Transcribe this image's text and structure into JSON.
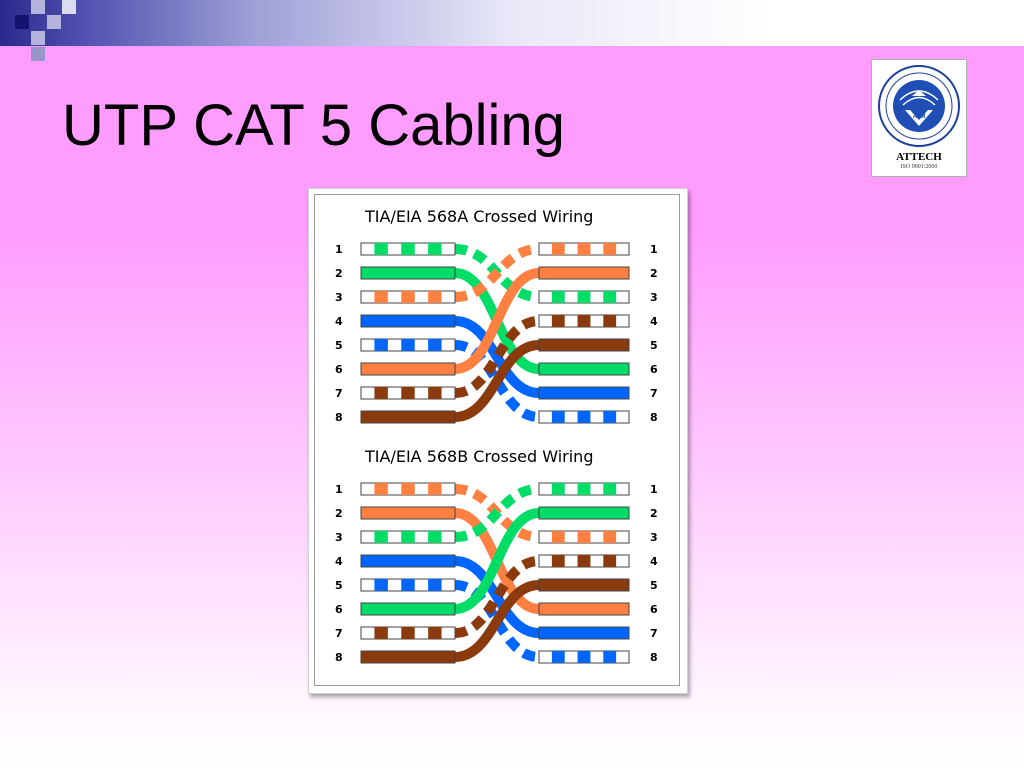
{
  "slide": {
    "title": "UTP CAT 5 Cabling"
  },
  "logo": {
    "name": "ATTECH",
    "iso": "ISO 9001:2000",
    "emblem": "ATM"
  },
  "diagrams": [
    {
      "title": "TIA/EIA 568A Crossed Wiring",
      "left_pins": [
        "1",
        "2",
        "3",
        "4",
        "5",
        "6",
        "7",
        "8"
      ],
      "right_pins": [
        "1",
        "2",
        "3",
        "4",
        "5",
        "6",
        "7",
        "8"
      ],
      "left_wires": [
        {
          "color": "#00dd66",
          "striped": true
        },
        {
          "color": "#00dd66",
          "striped": false
        },
        {
          "color": "#ff8040",
          "striped": true
        },
        {
          "color": "#0066ff",
          "striped": false
        },
        {
          "color": "#0066ff",
          "striped": true
        },
        {
          "color": "#ff8040",
          "striped": false
        },
        {
          "color": "#8b3a0e",
          "striped": true
        },
        {
          "color": "#8b3a0e",
          "striped": false
        }
      ],
      "right_wires": [
        {
          "color": "#ff8040",
          "striped": true
        },
        {
          "color": "#ff8040",
          "striped": false
        },
        {
          "color": "#00dd66",
          "striped": true
        },
        {
          "color": "#8b3a0e",
          "striped": true
        },
        {
          "color": "#8b3a0e",
          "striped": false
        },
        {
          "color": "#00dd66",
          "striped": false
        },
        {
          "color": "#0066ff",
          "striped": false
        },
        {
          "color": "#0066ff",
          "striped": true
        }
      ],
      "connections": [
        [
          1,
          3
        ],
        [
          2,
          6
        ],
        [
          3,
          1
        ],
        [
          4,
          7
        ],
        [
          5,
          8
        ],
        [
          6,
          2
        ],
        [
          7,
          4
        ],
        [
          8,
          5
        ]
      ]
    },
    {
      "title": "TIA/EIA 568B Crossed Wiring",
      "left_pins": [
        "1",
        "2",
        "3",
        "4",
        "5",
        "6",
        "7",
        "8"
      ],
      "right_pins": [
        "1",
        "2",
        "3",
        "4",
        "5",
        "6",
        "7",
        "8"
      ],
      "left_wires": [
        {
          "color": "#ff8040",
          "striped": true
        },
        {
          "color": "#ff8040",
          "striped": false
        },
        {
          "color": "#00dd66",
          "striped": true
        },
        {
          "color": "#0066ff",
          "striped": false
        },
        {
          "color": "#0066ff",
          "striped": true
        },
        {
          "color": "#00dd66",
          "striped": false
        },
        {
          "color": "#8b3a0e",
          "striped": true
        },
        {
          "color": "#8b3a0e",
          "striped": false
        }
      ],
      "right_wires": [
        {
          "color": "#00dd66",
          "striped": true
        },
        {
          "color": "#00dd66",
          "striped": false
        },
        {
          "color": "#ff8040",
          "striped": true
        },
        {
          "color": "#8b3a0e",
          "striped": true
        },
        {
          "color": "#8b3a0e",
          "striped": false
        },
        {
          "color": "#ff8040",
          "striped": false
        },
        {
          "color": "#0066ff",
          "striped": false
        },
        {
          "color": "#0066ff",
          "striped": true
        }
      ],
      "connections": [
        [
          1,
          3
        ],
        [
          2,
          6
        ],
        [
          3,
          1
        ],
        [
          4,
          7
        ],
        [
          5,
          8
        ],
        [
          6,
          2
        ],
        [
          7,
          4
        ],
        [
          8,
          5
        ]
      ]
    }
  ]
}
